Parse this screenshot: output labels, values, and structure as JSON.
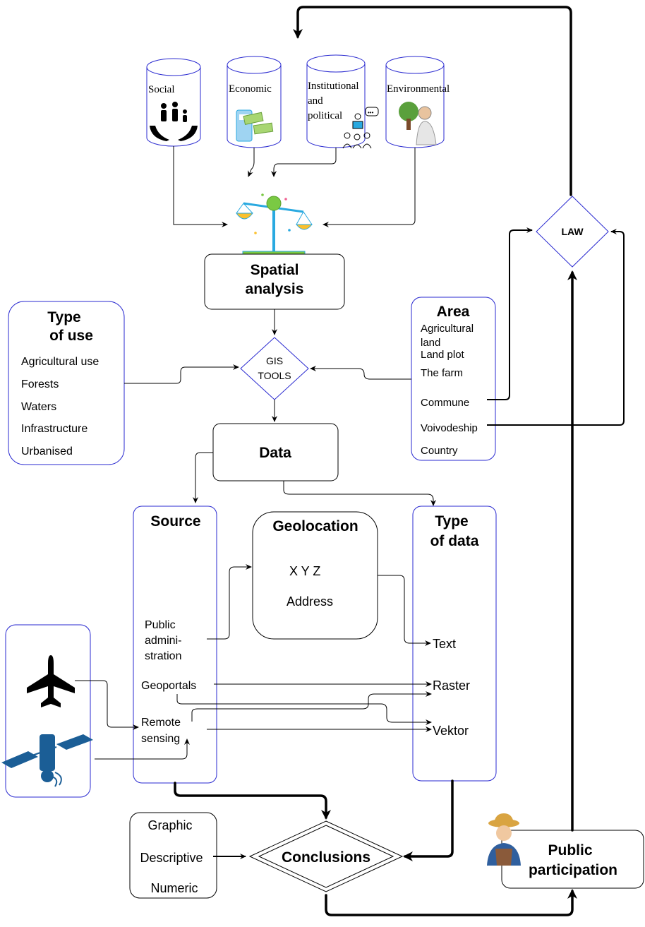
{
  "pillars": {
    "social": "Social",
    "economic": "Economic",
    "institutional": [
      "Institutional",
      "and",
      "political"
    ],
    "environmental": "Environmental"
  },
  "spatial_analysis": [
    "Spatial",
    "analysis"
  ],
  "gis_tools": [
    "GIS",
    "TOOLS"
  ],
  "type_of_use": {
    "title": [
      "Type",
      "of use"
    ],
    "items": [
      "Agricultural use",
      "Forests",
      "Waters",
      "Infrastructure",
      "Urbanised"
    ]
  },
  "area": {
    "title": "Area",
    "items": [
      "Agricultural",
      "land",
      "Land plot",
      "The farm",
      "Commune",
      "Voivodeship",
      "Country"
    ]
  },
  "law": "LAW",
  "data_box": "Data",
  "source": {
    "title": "Source",
    "public_admin": [
      "Public",
      "admini-",
      "stration"
    ],
    "geoportals": "Geoportals",
    "remote": [
      "Remote",
      "sensing"
    ]
  },
  "geolocation": {
    "title": "Geolocation",
    "xyz": "X Y Z",
    "address": "Address"
  },
  "type_of_data": {
    "title": [
      "Type",
      "of data"
    ],
    "text": "Text",
    "raster": "Raster",
    "vektor": "Vektor"
  },
  "conclusions": "Conclusions",
  "output_forms": [
    "Graphic",
    "Descriptive",
    "Numeric"
  ],
  "public_participation": [
    "Public",
    "participation"
  ],
  "icons": {
    "social": "family-hands-icon",
    "economic": "money-icon",
    "institutional": "speaker-crowd-icon",
    "environmental": "scientist-tree-icon",
    "balance": "balance-scale-icon",
    "airplane": "airplane-icon",
    "satellite": "satellite-icon",
    "farmer": "farmer-icon"
  },
  "colors": {
    "blue_border": "#2a2ad0",
    "scale_green": "#7ac943",
    "scale_blue": "#29a9e0",
    "satellite_blue": "#1b5e96"
  }
}
